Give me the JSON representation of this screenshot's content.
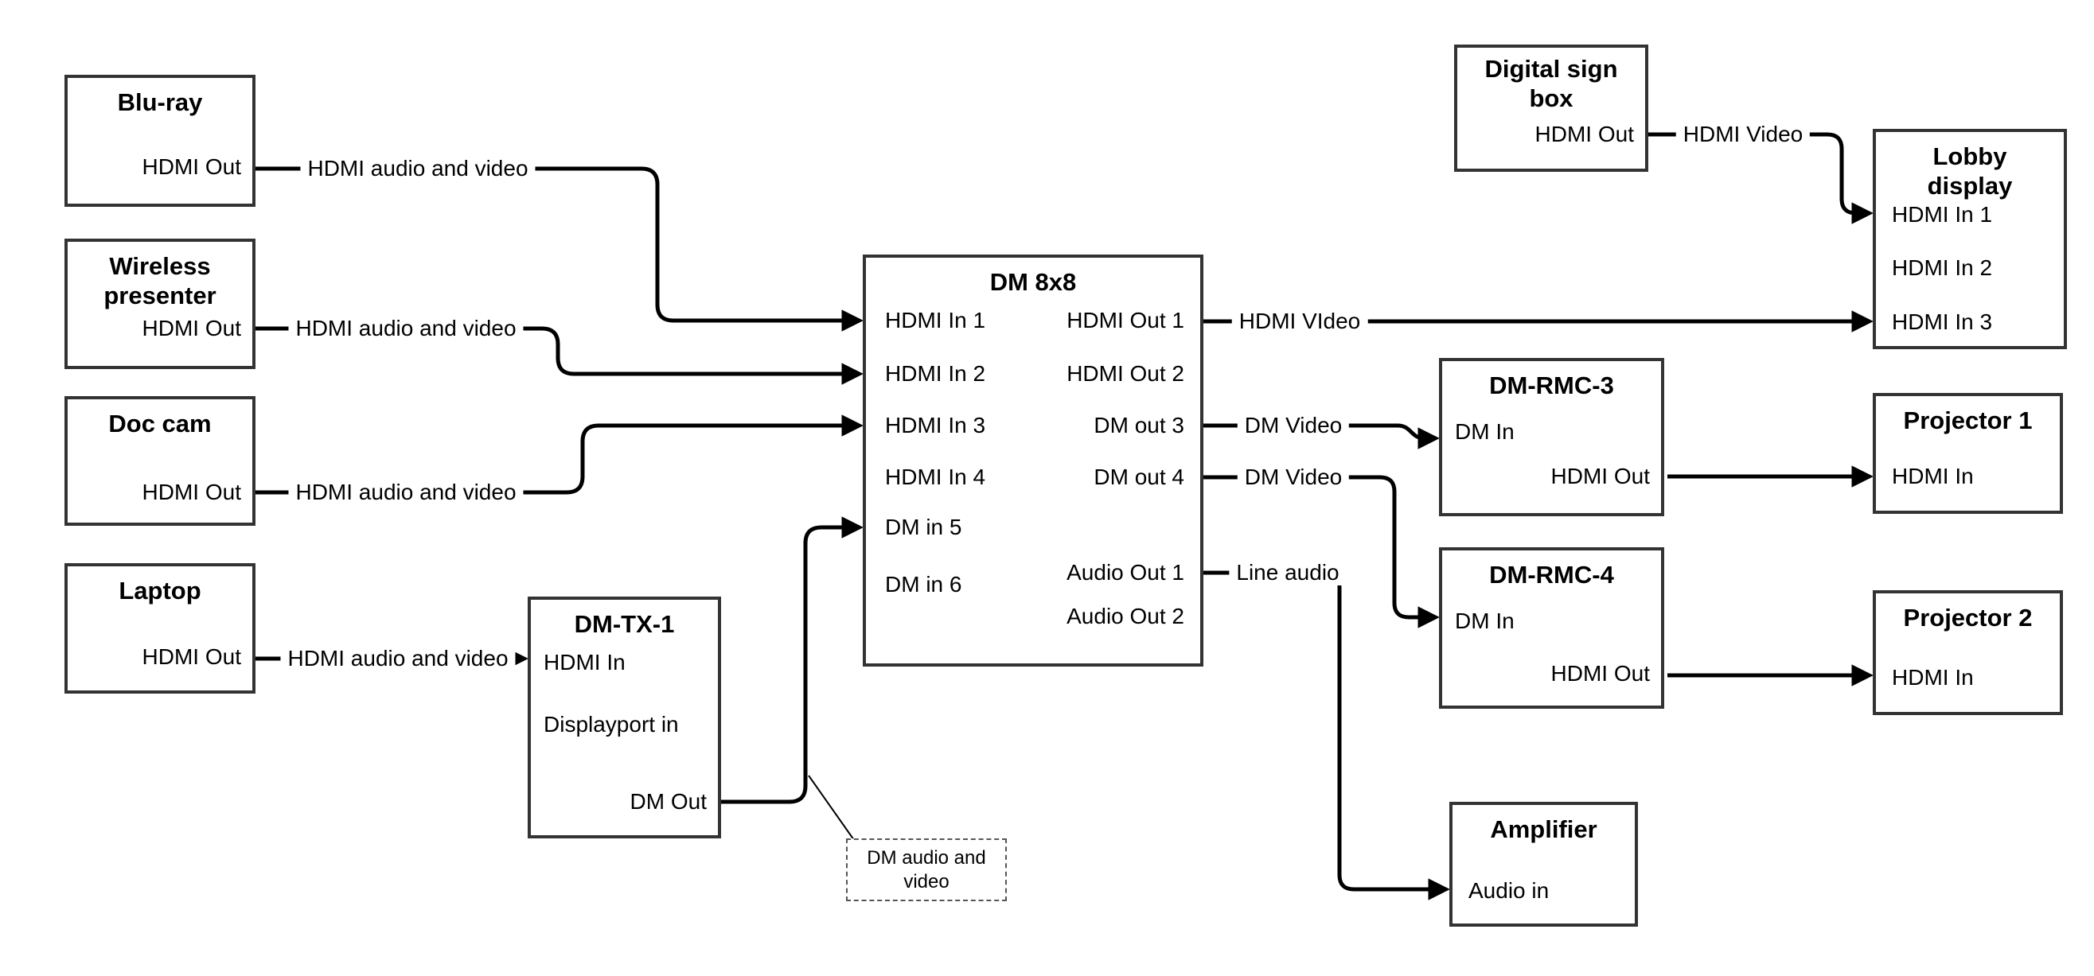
{
  "colors": {
    "background": "#ffffff",
    "line": "#000000",
    "box_border": "#333333",
    "text": "#000000"
  },
  "nodes": {
    "bluray": {
      "title": "Blu-ray",
      "ports": {
        "out": "HDMI Out"
      }
    },
    "wireless": {
      "title": "Wireless\npresenter",
      "ports": {
        "out": "HDMI Out"
      }
    },
    "doccam": {
      "title": "Doc cam",
      "ports": {
        "out": "HDMI Out"
      }
    },
    "laptop": {
      "title": "Laptop",
      "ports": {
        "out": "HDMI Out"
      }
    },
    "dmtx1": {
      "title": "DM-TX-1",
      "ports": {
        "hdmi_in": "HDMI In",
        "dp_in": "Displayport in",
        "dm_out": "DM Out"
      }
    },
    "dm8x8": {
      "title": "DM 8x8",
      "ports": {
        "in1": "HDMI In 1",
        "in2": "HDMI In 2",
        "in3": "HDMI In 3",
        "in4": "HDMI In 4",
        "in5": "DM in 5",
        "in6": "DM in 6",
        "out1": "HDMI Out 1",
        "out2": "HDMI Out 2",
        "out3": "DM out 3",
        "out4": "DM out 4",
        "aout1": "Audio Out 1",
        "aout2": "Audio Out 2"
      }
    },
    "signbox": {
      "title": "Digital sign\nbox",
      "ports": {
        "out": "HDMI Out"
      }
    },
    "lobby": {
      "title": "Lobby\ndisplay",
      "ports": {
        "in1": "HDMI In 1",
        "in2": "HDMI In 2",
        "in3": "HDMI In 3"
      }
    },
    "rmc3": {
      "title": "DM-RMC-3",
      "ports": {
        "dm_in": "DM In",
        "hdmi_out": "HDMI Out"
      }
    },
    "proj1": {
      "title": "Projector 1",
      "ports": {
        "in": "HDMI In"
      }
    },
    "rmc4": {
      "title": "DM-RMC-4",
      "ports": {
        "dm_in": "DM In",
        "hdmi_out": "HDMI Out"
      }
    },
    "proj2": {
      "title": "Projector 2",
      "ports": {
        "in": "HDMI In"
      }
    },
    "amp": {
      "title": "Amplifier",
      "ports": {
        "in": "Audio in"
      }
    }
  },
  "connections": [
    {
      "from": "Blu-ray HDMI Out",
      "to": "DM 8x8 HDMI In 1",
      "label": "HDMI audio and video"
    },
    {
      "from": "Wireless presenter HDMI Out",
      "to": "DM 8x8 HDMI In 2",
      "label": "HDMI audio and video"
    },
    {
      "from": "Doc cam HDMI Out",
      "to": "DM 8x8 HDMI In 3",
      "label": "HDMI audio and video"
    },
    {
      "from": "Laptop HDMI Out",
      "to": "DM-TX-1 HDMI In",
      "label": "HDMI audio and video"
    },
    {
      "from": "DM-TX-1 DM Out",
      "to": "DM 8x8 DM in 5",
      "label": ""
    },
    {
      "from": "DM 8x8 HDMI Out 1",
      "to": "Lobby display HDMI In 3",
      "label": "HDMI VIdeo"
    },
    {
      "from": "DM 8x8 DM out 3",
      "to": "DM-RMC-3 DM In",
      "label": "DM Video"
    },
    {
      "from": "DM 8x8 DM out 4",
      "to": "DM-RMC-4 DM In",
      "label": "DM Video"
    },
    {
      "from": "DM 8x8 Audio Out 1",
      "to": "Amplifier Audio in",
      "label": "Line audio"
    },
    {
      "from": "Digital sign box HDMI Out",
      "to": "Lobby display HDMI In 1",
      "label": "HDMI Video"
    },
    {
      "from": "DM-RMC-3 HDMI Out",
      "to": "Projector 1 HDMI In",
      "label": ""
    },
    {
      "from": "DM-RMC-4 HDMI Out",
      "to": "Projector 2 HDMI In",
      "label": ""
    }
  ],
  "note": {
    "text": "DM audio and\nvideo"
  }
}
